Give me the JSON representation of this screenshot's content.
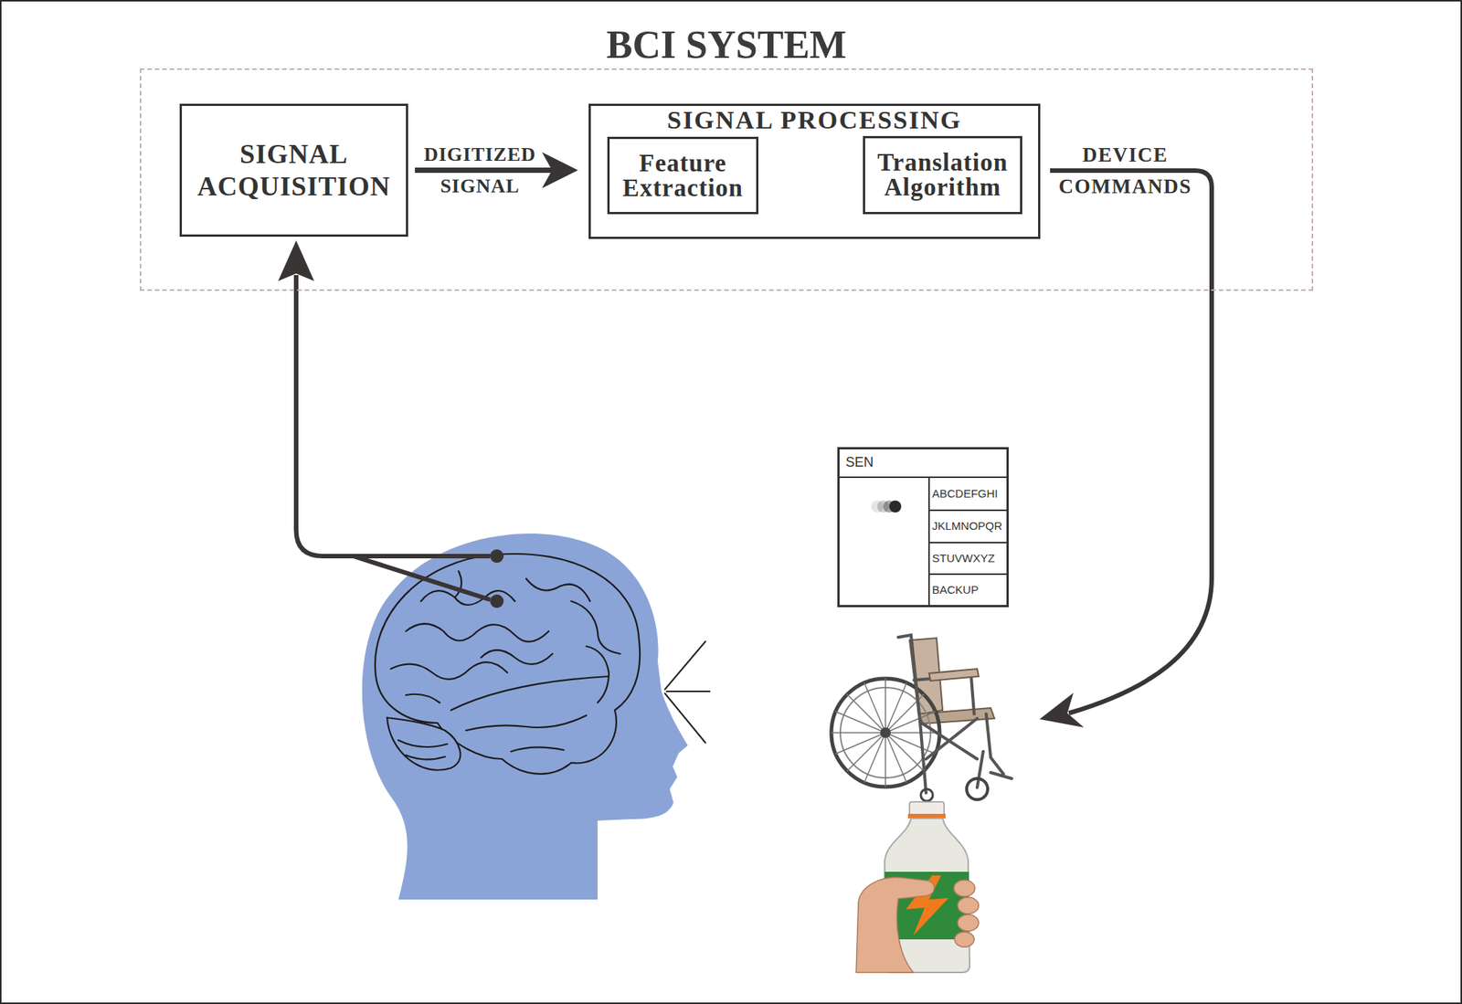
{
  "diagram": {
    "nodes": [
      {
        "text": [
          "BCI SYSTEM"
        ]
      },
      {
        "text": [
          "SIGNAL ACQUISITION"
        ],
        "in": 0
      },
      {
        "text": [
          "SIGNAL PROCESSING"
        ],
        "in": 0
      },
      {
        "text": [
          "Feature Extraction"
        ],
        "in": 2
      },
      {
        "text": [
          "Translation Algorithm"
        ],
        "in": 2
      },
      {
        "text": [
          "SEN",
          "ABCDEFGHI",
          "JKLMNOPQR",
          "STUVWXYZ",
          "BACKUP"
        ]
      }
    ],
    "edges": [
      {
        "from": 1,
        "to": 2,
        "arrow": "to",
        "label": "DIGITIZED SIGNAL"
      },
      {
        "from": 3,
        "to": 4,
        "arrow": "to"
      }
    ],
    "labels": [
      "DEVICE COMMANDS"
    ]
  }
}
